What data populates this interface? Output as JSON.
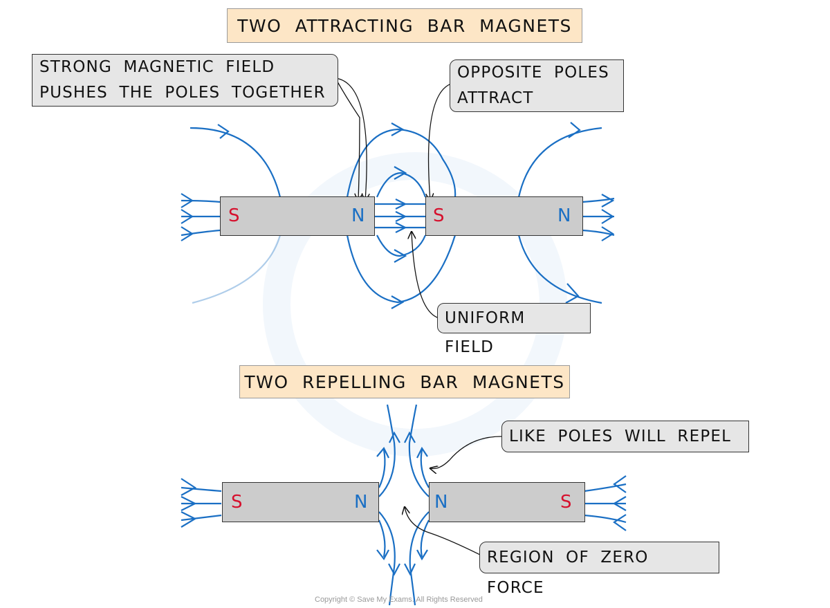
{
  "diagram": {
    "attracting": {
      "title": "TWO ATTRACTING BAR MAGNETS",
      "left_magnet": {
        "left_pole": "S",
        "right_pole": "N"
      },
      "right_magnet": {
        "left_pole": "S",
        "right_pole": "N"
      },
      "labels": {
        "strong_field_line1": "STRONG MAGNETIC FIELD",
        "strong_field_line2": "PUSHES THE POLES TOGETHER",
        "opposite_line1": "OPPOSITE POLES",
        "opposite_line2": "ATTRACT",
        "uniform": "UNIFORM FIELD"
      }
    },
    "repelling": {
      "title": "TWO REPELLING BAR MAGNETS",
      "left_magnet": {
        "left_pole": "S",
        "right_pole": "N"
      },
      "right_magnet": {
        "left_pole": "N",
        "right_pole": "S"
      },
      "labels": {
        "like_poles": "LIKE POLES WILL REPEL",
        "zero_force": "REGION OF ZERO FORCE"
      }
    },
    "colors": {
      "field_line": "#1a6fc4",
      "south": "#d6102d",
      "north": "#1a6fc4",
      "title_bg": "#fde6c6",
      "label_bg": "#e6e6e6",
      "magnet": "#cccccc"
    },
    "copyright": "Copyright © Save My Exams. All Rights Reserved"
  }
}
